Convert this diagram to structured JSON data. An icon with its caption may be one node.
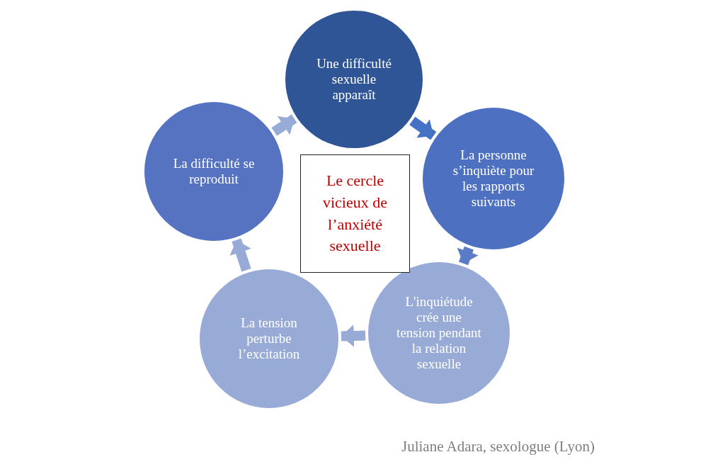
{
  "diagram": {
    "nodes": [
      {
        "text": [
          "Une difficulté sexuelle apparaît"
        ]
      },
      {
        "text": [
          "La personne s’inquiète pour les rapports suivants"
        ]
      },
      {
        "text": [
          "L'inquiétude crée une tension pendant la relation sexuelle"
        ]
      },
      {
        "text": [
          "La tension perturbe l’excitation"
        ]
      },
      {
        "text": [
          "La difficulté se reproduit"
        ]
      },
      {
        "text": [
          "Le cercle vicieux de l’anxiété sexuelle"
        ]
      }
    ],
    "edges": [
      {
        "from": 0,
        "to": 1,
        "arrow": "to",
        "color": "#4472c4"
      },
      {
        "from": 1,
        "to": 2,
        "arrow": "to",
        "color": "#5a7cc8"
      },
      {
        "from": 2,
        "to": 3,
        "arrow": "to"
      },
      {
        "from": 3,
        "to": 4,
        "arrow": "to"
      },
      {
        "from": 4,
        "to": 0,
        "arrow": "to"
      }
    ],
    "labels": [
      "Juliane Adara, sexologue (Lyon)"
    ]
  }
}
